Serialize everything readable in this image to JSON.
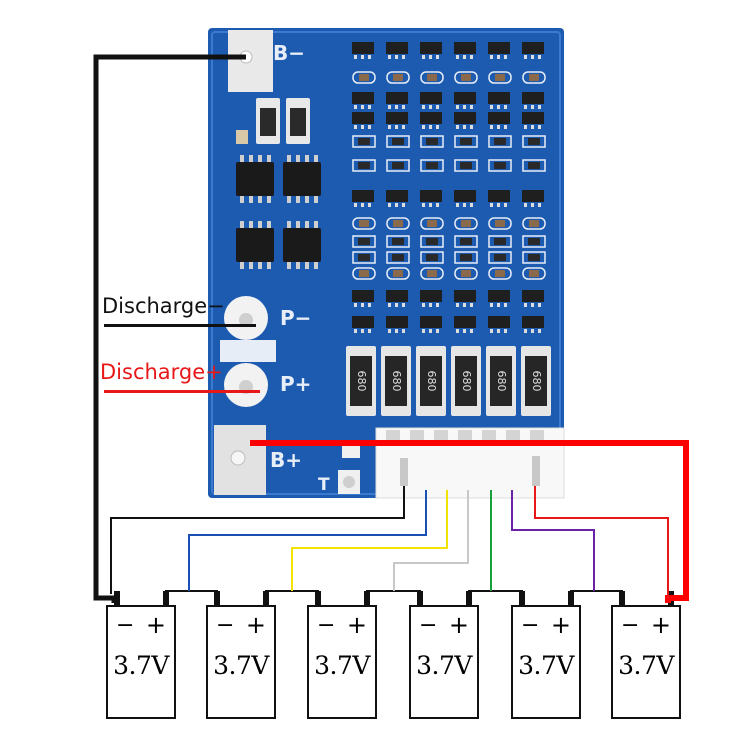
{
  "diagram": {
    "title": "Li-ion BMS protection board wiring diagram (6S)",
    "board": {
      "color": "#1c5bb0",
      "pads": {
        "b_minus": "B−",
        "p_minus": "P−",
        "p_plus": "P+",
        "b_plus": "B+",
        "t": "T"
      },
      "resistor_marking": "680",
      "resistor_count": 6,
      "connector_pins": 7
    },
    "labels": {
      "discharge_minus": "Discharge−",
      "discharge_plus": "Discharge+"
    },
    "label_colors": {
      "discharge_minus": "#111111",
      "discharge_plus": "#e81818"
    },
    "wire_colors": [
      "#111111",
      "#1a4fb4",
      "#f2e200",
      "#c8c8c8",
      "#1aa03a",
      "#6a22a8",
      "#e81818"
    ],
    "main_wire_colors": {
      "b_minus": "#111111",
      "b_plus": "#ff0000"
    },
    "batteries": [
      {
        "minus": "−",
        "plus": "+",
        "voltage": "3.7V"
      },
      {
        "minus": "−",
        "plus": "+",
        "voltage": "3.7V"
      },
      {
        "minus": "−",
        "plus": "+",
        "voltage": "3.7V"
      },
      {
        "minus": "−",
        "plus": "+",
        "voltage": "3.7V"
      },
      {
        "minus": "−",
        "plus": "+",
        "voltage": "3.7V"
      },
      {
        "minus": "−",
        "plus": "+",
        "voltage": "3.7V"
      }
    ]
  }
}
